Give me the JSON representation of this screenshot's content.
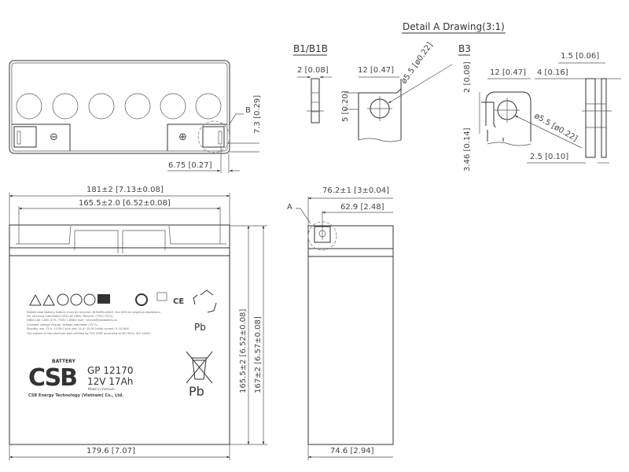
{
  "detail": {
    "title": "Detail A Drawing(3:1)",
    "b1": {
      "label": "B1/B1B",
      "thickness": "2 [0.08]",
      "width": "12 [0.47]",
      "height": "5 [0.20]",
      "hole": "ø5.5 [ø0.22]"
    },
    "b3": {
      "label": "B3",
      "top_gap": "2 [0.08]",
      "width": "12 [0.47]",
      "offset": "4 [0.16]",
      "thickness": "1.5 [0.06]",
      "hole": "ø5.5 [ø0.22]",
      "height": "3.46 [0.14]",
      "depth": "2.5 [0.10]"
    }
  },
  "top_view": {
    "callout": "B",
    "terminal_height": "7.3 [0.29]",
    "terminal_offset": "6.75 [0.27]",
    "negative_symbol": "⊖",
    "positive_symbol": "⊕"
  },
  "front_view": {
    "length": "181±2 [7.13±0.08]",
    "terminal_span": "165.5±2.0 [6.52±0.08]",
    "bottom_length": "179.6 [7.07]",
    "height": "165.5±2 [6.52±0.08]",
    "total_height": "167±2 [6.57±0.08]",
    "label": {
      "brand": "CSB",
      "brand_sub": "BATTERY",
      "model": "GP 12170",
      "rating": "12V 17Ah",
      "origin": "Made in Vietnam",
      "company": "CSB Energy Technology (Vietnam) Co., Ltd.",
      "pb1": "Pb",
      "pb2": "Pb",
      "ce": "CE",
      "fine_print": [
        "Sealed Lead Battery. Battery must be recycled. NONSPILLABLE. See SDS for shipping regulations.",
        "For recycling information USA call (800) 'Recycle' (7325-7272)",
        "DNEA call 1-800 (275-7726)  1-DNEA mail : recycle@csbbattery.us",
        "Constant voltage charge. Voltage regulation (25°C)",
        "Standby use: 13.5~13.8V  Cycle use: 14.4~15.0V  Initial current: 5.1A MAX.",
        "The system of manufacturer was certified by TUV CERT according to ISO 9001, ISO 14001."
      ]
    }
  },
  "side_view": {
    "callout": "A",
    "width": "76.2±1 [3±0.04]",
    "terminal_pos": "62.9 [2.48]",
    "bottom_width": "74.6 [2.94]"
  }
}
